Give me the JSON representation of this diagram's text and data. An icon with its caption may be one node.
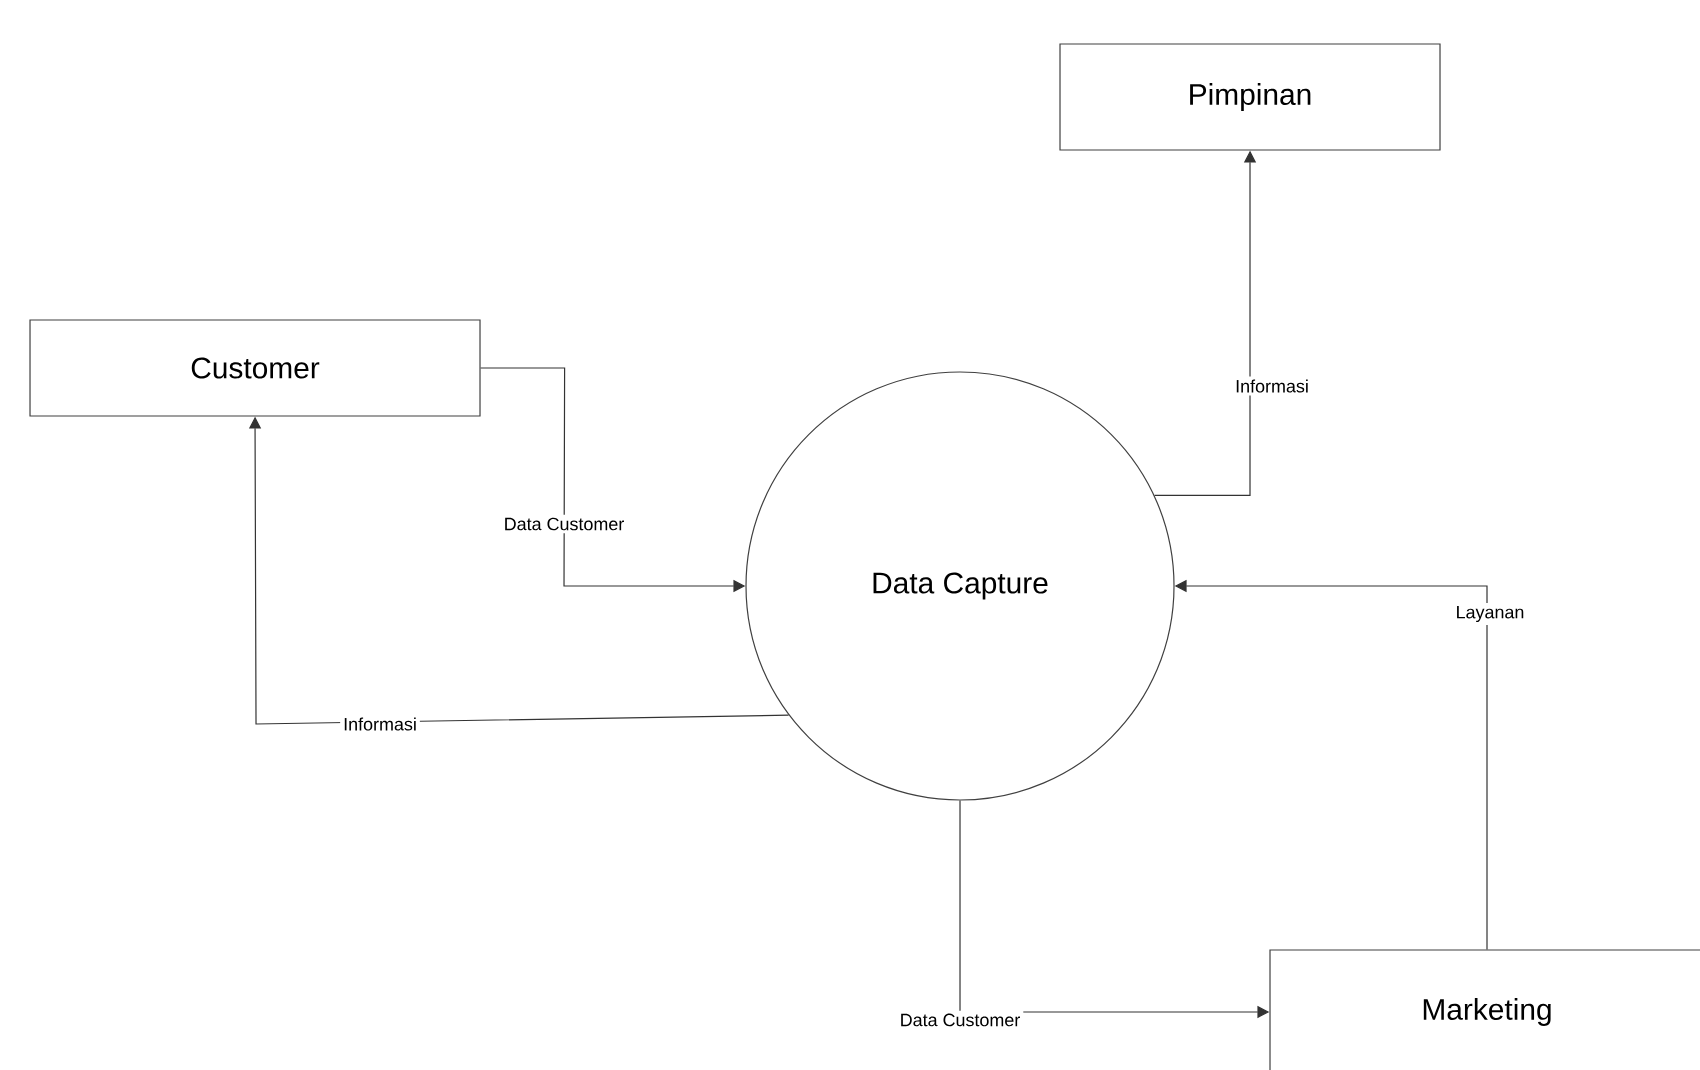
{
  "diagram": {
    "nodes": [
      {
        "text": [
          "Pimpinan"
        ]
      },
      {
        "text": [
          "Customer"
        ]
      },
      {
        "text": [
          "Data Capture"
        ]
      },
      {
        "text": [
          "Marketing"
        ]
      }
    ],
    "edges": [
      {
        "from": 1,
        "to": 2,
        "arrow": "to",
        "label": "Data Customer"
      },
      {
        "from": 2,
        "to": 1,
        "arrow": "to",
        "label": "Informasi"
      },
      {
        "from": 2,
        "to": 0,
        "arrow": "to",
        "label": "Informasi"
      },
      {
        "from": 3,
        "to": 2,
        "arrow": "to",
        "label": "Layanan"
      },
      {
        "from": 2,
        "to": 3,
        "arrow": "to",
        "label": "Data Customer"
      }
    ]
  }
}
